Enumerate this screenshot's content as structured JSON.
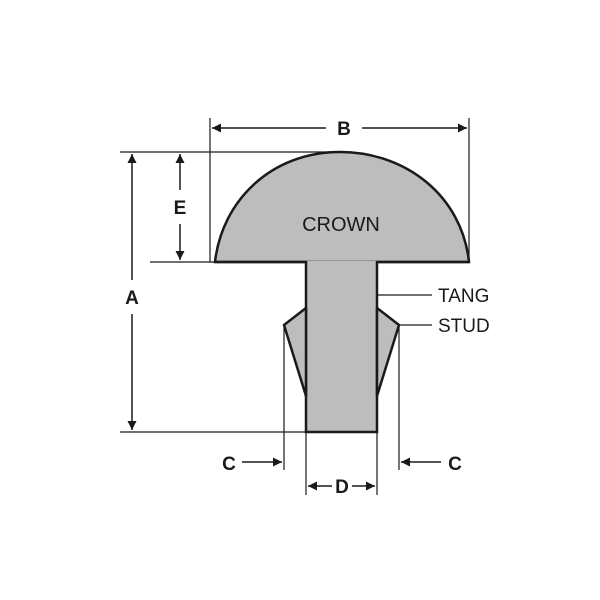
{
  "parts": {
    "crown": "CROWN",
    "tang": "TANG",
    "stud": "STUD"
  },
  "dimensions": {
    "a": "A",
    "b": "B",
    "c_left": "C",
    "c_right": "C",
    "d": "D",
    "e": "E"
  },
  "colors": {
    "part_fill": "#bdbdbd",
    "line": "#1a1a1a",
    "background": "#ffffff"
  }
}
